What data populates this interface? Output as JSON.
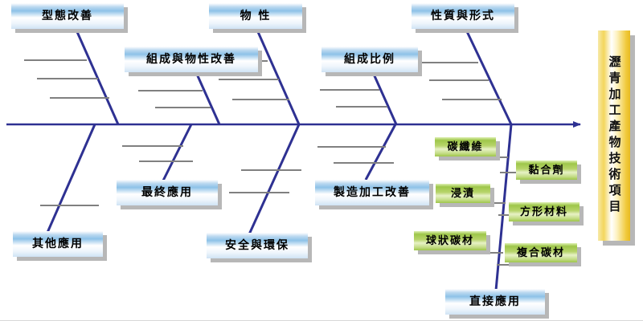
{
  "diagram": {
    "type": "fishbone-ishikawa",
    "title_box": {
      "text": "瀝青加工產物技術項目",
      "color": "#f0c93a",
      "orientation": "vertical"
    },
    "spine": {
      "color": "#2e3192",
      "direction": "left-to-right",
      "arrowhead": true
    },
    "branch_line_color": "#808080",
    "categories": [
      {
        "id": "cat-xingtai-gaishan",
        "label": "型態改善",
        "side": "top",
        "color": "#8dc2e8",
        "bones": 3
      },
      {
        "id": "cat-zucheng-wuxing",
        "label": "組成與物性改善",
        "side": "top",
        "color": "#8dc2e8",
        "bones": 3
      },
      {
        "id": "cat-wuxing",
        "label": "物 性",
        "side": "top",
        "color": "#8dc2e8",
        "bones": 3
      },
      {
        "id": "cat-zucheng-bili",
        "label": "組成比例",
        "side": "top",
        "color": "#8dc2e8",
        "bones": 2
      },
      {
        "id": "cat-xingzhi-xingshi",
        "label": "性質與形式",
        "side": "top",
        "color": "#8dc2e8",
        "bones": 3
      },
      {
        "id": "cat-qita-yingyong",
        "label": "其他應用",
        "side": "bottom",
        "color": "#8dc2e8",
        "bones": 1
      },
      {
        "id": "cat-zuizhong-yingyong",
        "label": "最終應用",
        "side": "bottom",
        "color": "#8dc2e8",
        "bones": 2
      },
      {
        "id": "cat-anquan-huanbao",
        "label": "安全與環保",
        "side": "bottom",
        "color": "#8dc2e8",
        "bones": 2
      },
      {
        "id": "cat-zhizao-jiagong",
        "label": "製造加工改善",
        "side": "bottom",
        "color": "#8dc2e8",
        "bones": 2
      },
      {
        "id": "cat-zhijie-yingyong",
        "label": "直接應用",
        "side": "bottom",
        "color": "#8dc2e8",
        "bones": 6
      }
    ],
    "sub_causes": [
      {
        "id": "sub-tanxianwei",
        "label": "碳纖維",
        "color": "#9ec64a",
        "attached_to": "cat-zhijie-yingyong",
        "side": "left"
      },
      {
        "id": "sub-nianheji",
        "label": "黏合劑",
        "color": "#9ec64a",
        "attached_to": "cat-zhijie-yingyong",
        "side": "right"
      },
      {
        "id": "sub-jinzi",
        "label": "浸漬",
        "color": "#9ec64a",
        "attached_to": "cat-zhijie-yingyong",
        "side": "left"
      },
      {
        "id": "sub-fangxing-cailiao",
        "label": "方形材料",
        "color": "#9ec64a",
        "attached_to": "cat-zhijie-yingyong",
        "side": "right"
      },
      {
        "id": "sub-qiuzhuang-tancai",
        "label": "球狀碳材",
        "color": "#9ec64a",
        "attached_to": "cat-zhijie-yingyong",
        "side": "left"
      },
      {
        "id": "sub-fuhe-tancai",
        "label": "複合碳材",
        "color": "#9ec64a",
        "attached_to": "cat-zhijie-yingyong",
        "side": "right"
      }
    ]
  }
}
